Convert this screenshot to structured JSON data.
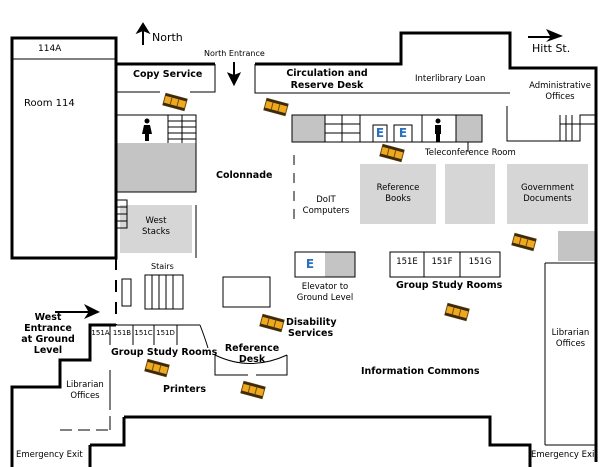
{
  "compass": {
    "north": "North",
    "street": "Hitt St."
  },
  "entrances": {
    "north": "North Entrance",
    "west": "West Entrance at Ground Level"
  },
  "rooms": {
    "r114a": "114A",
    "r114": "Room 114",
    "copy": "Copy Service",
    "circ1": "Circulation and",
    "circ2": "Reserve Desk",
    "ill": "Interlibrary Loan",
    "admin1": "Administrative",
    "admin2": "Offices",
    "colonnade": "Colonnade",
    "tele": "Teleconference Room",
    "doit1": "DoIT",
    "doit2": "Computers",
    "refbooks1": "Reference",
    "refbooks2": "Books",
    "gov1": "Government",
    "gov2": "Documents",
    "west1": "West",
    "west2": "Stacks",
    "stairs": "Stairs",
    "elev1": "Elevator to",
    "elev2": "Ground Level",
    "elevE": "E",
    "s151e": "151E",
    "s151f": "151F",
    "s151g": "151G",
    "gsr": "Group Study Rooms",
    "dis1": "Disability",
    "dis2": "Services",
    "refdesk1": "Reference",
    "refdesk2": "Desk",
    "s151a": "151A",
    "s151b": "151B",
    "s151c": "151C",
    "s151d": "151D",
    "gsr2": "Group Study Rooms",
    "printers": "Printers",
    "info": "Information Commons",
    "lib1": "Librarian",
    "lib2": "Offices",
    "lib3": "Librarian",
    "lib4": "Offices",
    "exit1": "Emergency Exit",
    "exit2": "Emergency Exit"
  },
  "colors": {
    "gray": "#d6d6d6",
    "dark_gray": "#c0c0c0",
    "elevator": "#2a6fc0",
    "film": "#f0a81c"
  }
}
